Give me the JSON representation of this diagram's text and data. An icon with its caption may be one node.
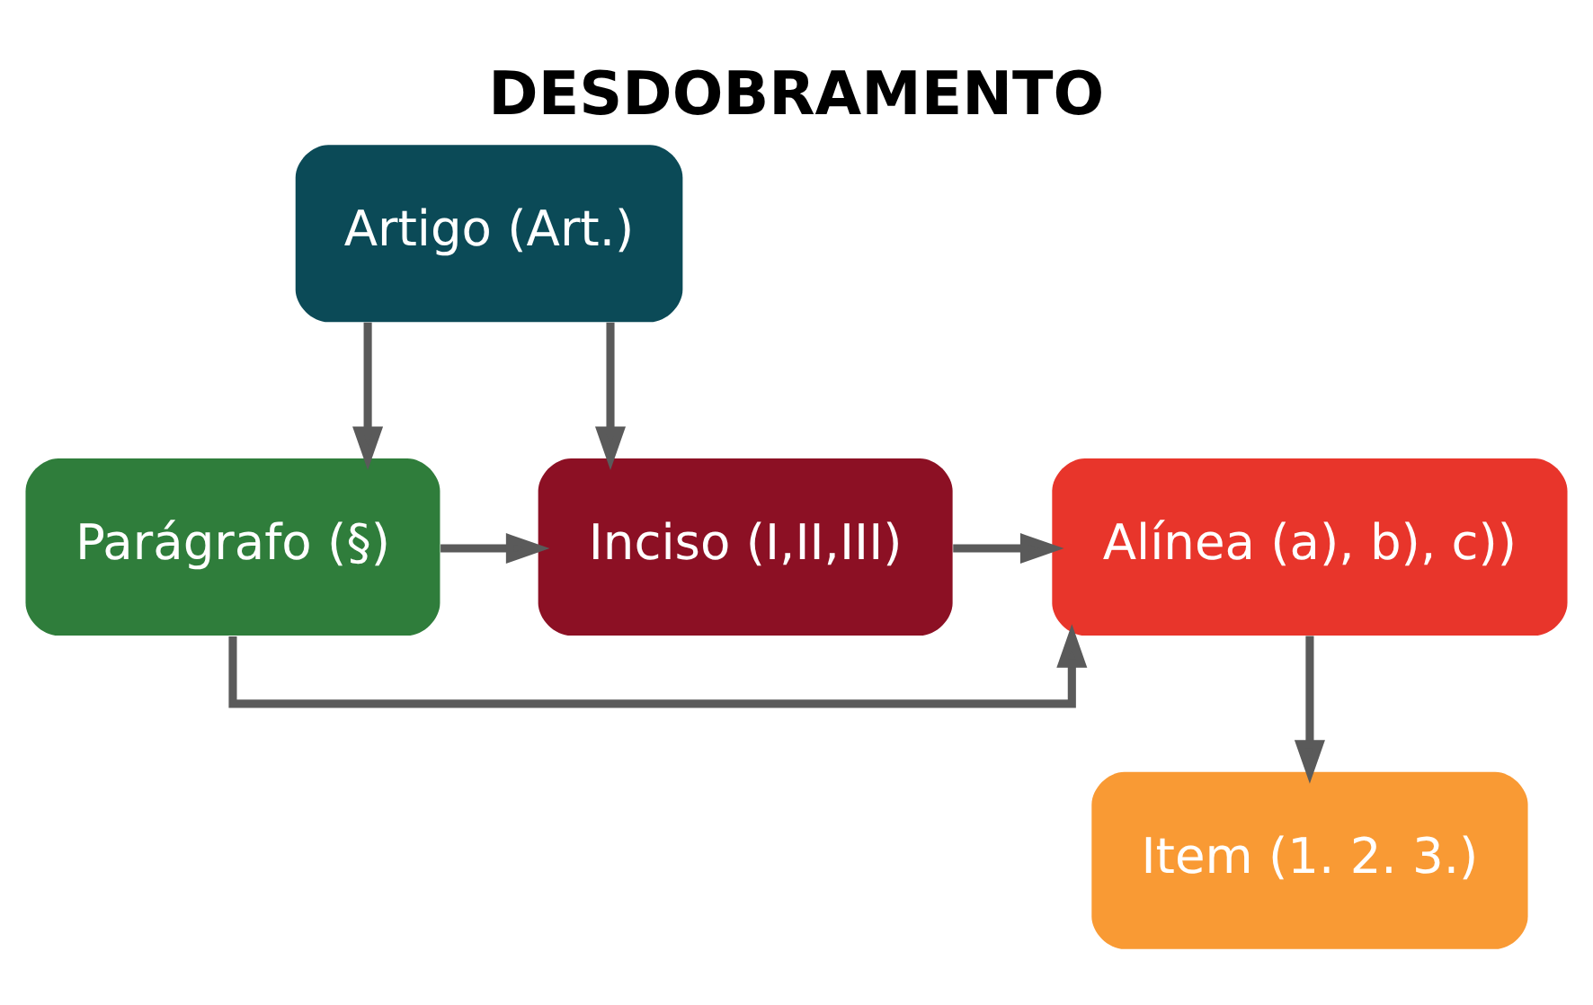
{
  "diagram": {
    "title": "DESDOBRAMENTO",
    "nodes": [
      {
        "text": [
          "Artigo (Art.)"
        ]
      },
      {
        "text": [
          "Parágrafo (§)"
        ]
      },
      {
        "text": [
          "Inciso (I,II,III)"
        ]
      },
      {
        "text": [
          "Alínea (a), b), c))"
        ]
      },
      {
        "text": [
          "Item (1. 2. 3.)"
        ]
      }
    ],
    "edges": [
      {
        "from": 0,
        "to": 1,
        "arrow": "to"
      },
      {
        "from": 0,
        "to": 2,
        "arrow": "to"
      },
      {
        "from": 1,
        "to": 2,
        "arrow": "to"
      },
      {
        "from": 2,
        "to": 3,
        "arrow": "to"
      },
      {
        "from": 1,
        "to": 3,
        "arrow": "to"
      },
      {
        "from": 3,
        "to": 4,
        "arrow": "to"
      }
    ]
  }
}
